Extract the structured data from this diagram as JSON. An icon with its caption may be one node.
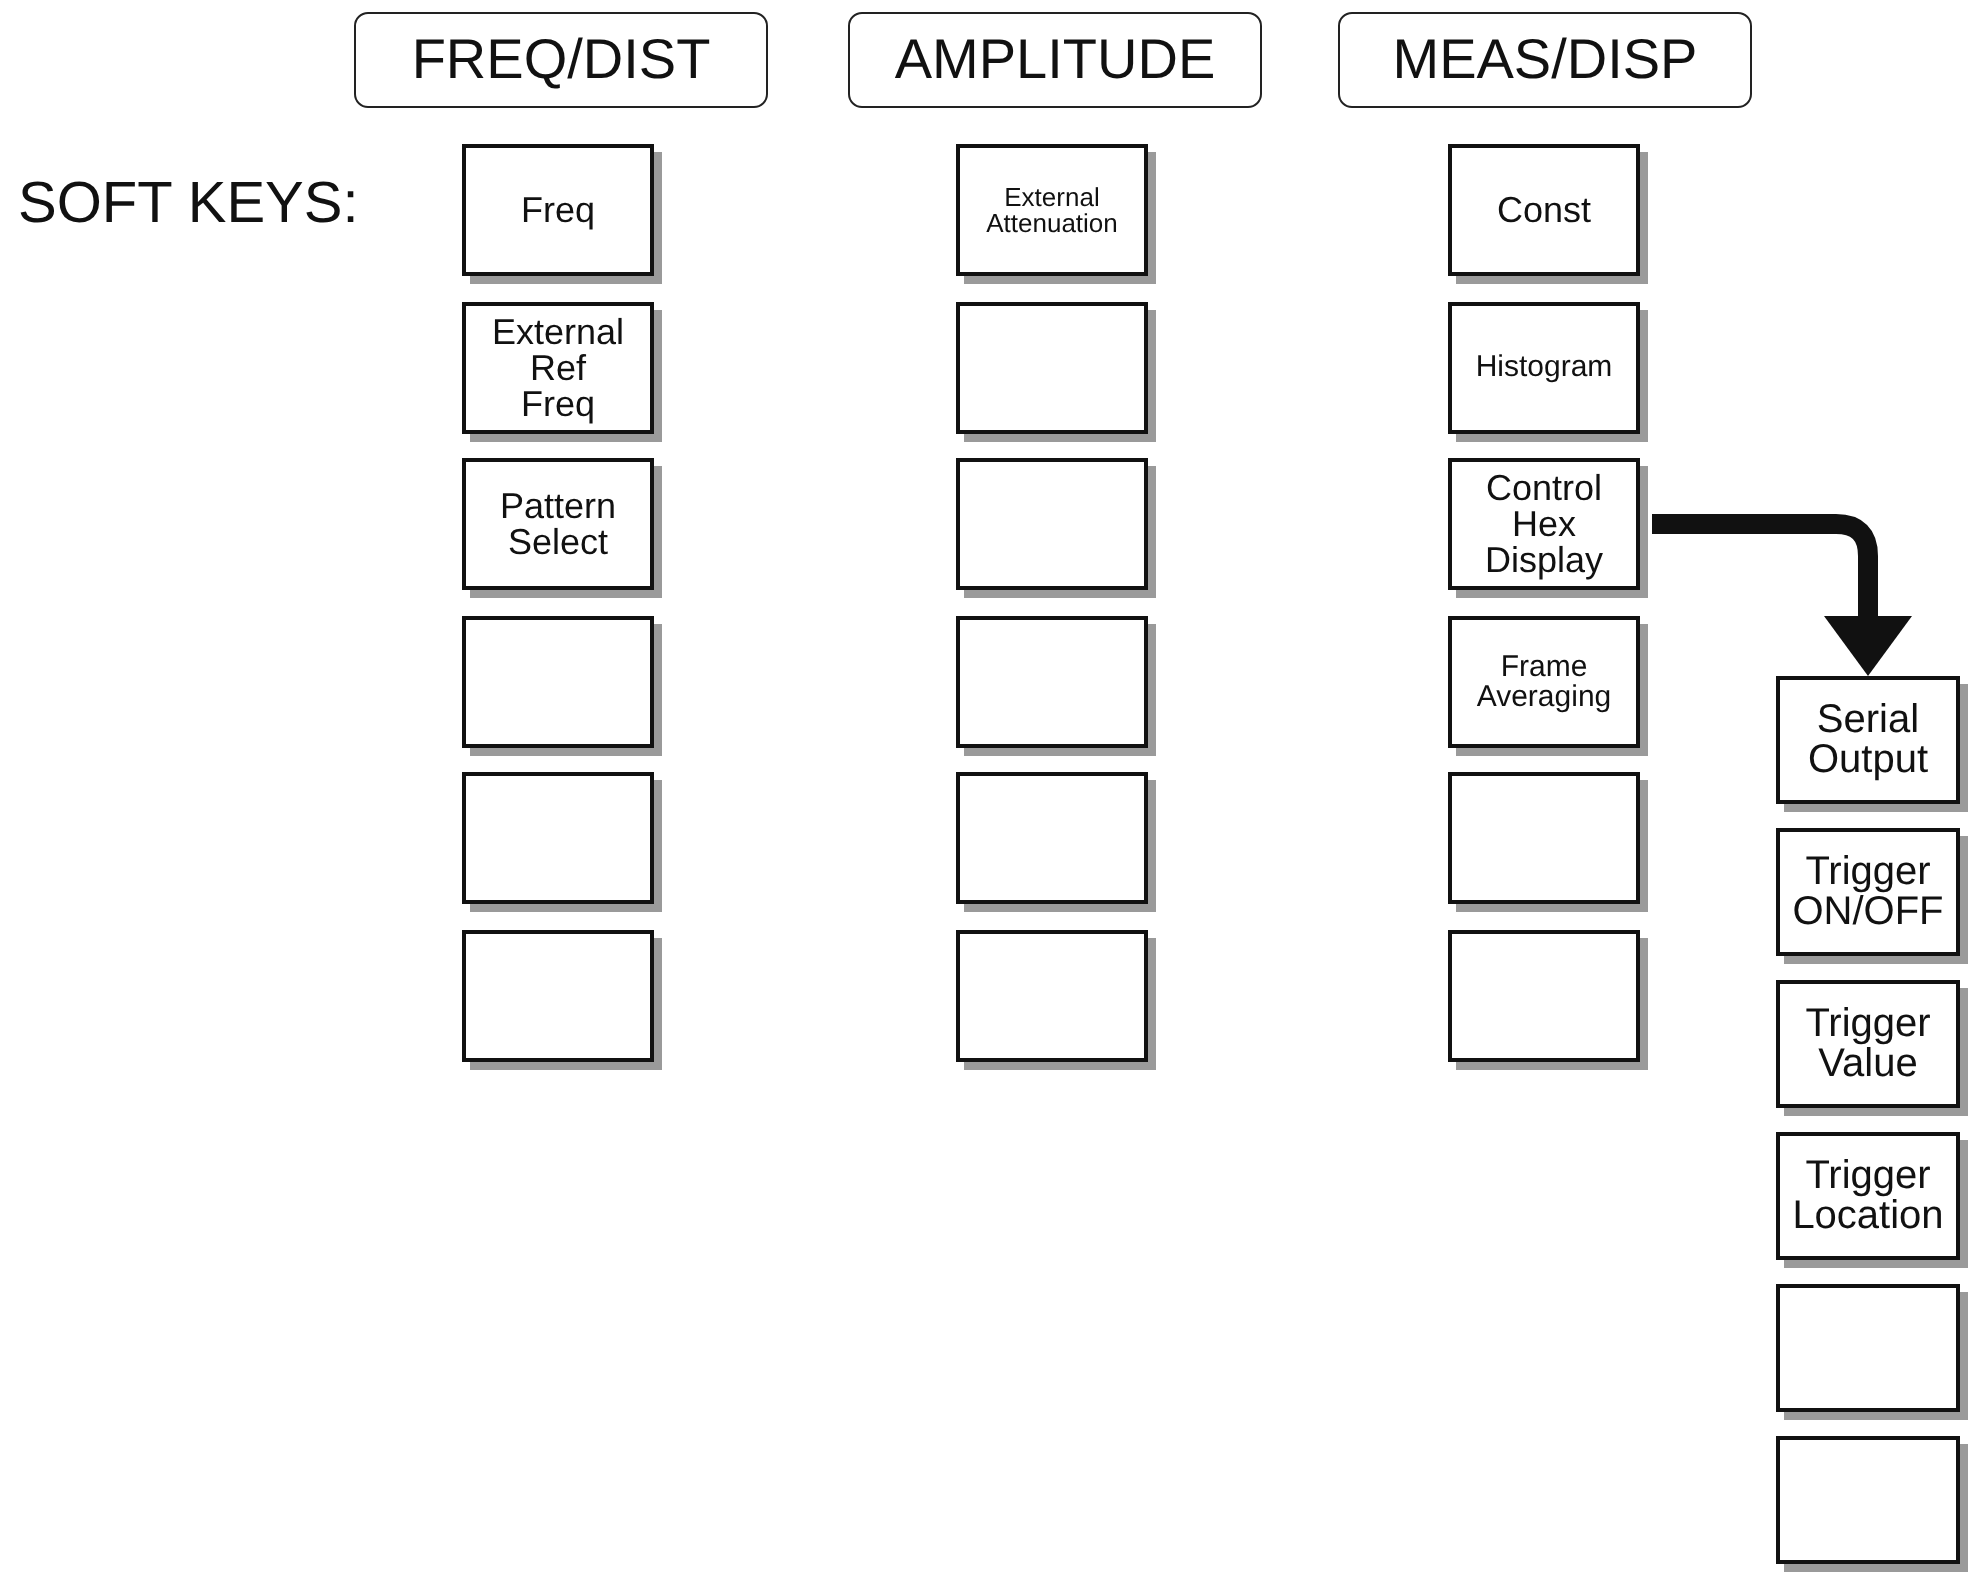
{
  "diagram": {
    "nodes": [
      {
        "text": [
          "FREQ/DIST"
        ]
      },
      {
        "text": [
          "AMPLITUDE"
        ]
      },
      {
        "text": [
          "MEAS/DISP"
        ]
      },
      {
        "text": [
          "Freq"
        ]
      },
      {
        "text": [
          "External Ref Freq"
        ]
      },
      {
        "text": [
          "Pattern Select"
        ]
      },
      {
        "text": [],
        "shape": "box"
      },
      {
        "text": [],
        "shape": "box"
      },
      {
        "text": [],
        "shape": "box"
      },
      {
        "text": [
          "External Attenuation"
        ]
      },
      {
        "text": [],
        "shape": "box"
      },
      {
        "text": [],
        "shape": "box"
      },
      {
        "text": [],
        "shape": "box"
      },
      {
        "text": [],
        "shape": "box"
      },
      {
        "text": [],
        "shape": "box"
      },
      {
        "text": [
          "Const"
        ]
      },
      {
        "text": [
          "Histogram"
        ]
      },
      {
        "text": [
          "Control Hex Display"
        ]
      },
      {
        "text": [
          "Frame Averaging"
        ]
      },
      {
        "text": [],
        "shape": "box"
      },
      {
        "text": [],
        "shape": "box"
      },
      {
        "text": [
          "Serial Output"
        ]
      },
      {
        "text": [
          "Trigger ON/OFF"
        ]
      },
      {
        "text": [
          "Trigger Value"
        ]
      },
      {
        "text": [
          "Trigger Location"
        ]
      },
      {
        "text": [],
        "shape": "box"
      },
      {
        "text": [],
        "shape": "box"
      }
    ],
    "edges": [
      {
        "from": 17,
        "to": 21,
        "arrow": "to"
      }
    ],
    "labels": [
      "SOFT KEYS:"
    ]
  }
}
